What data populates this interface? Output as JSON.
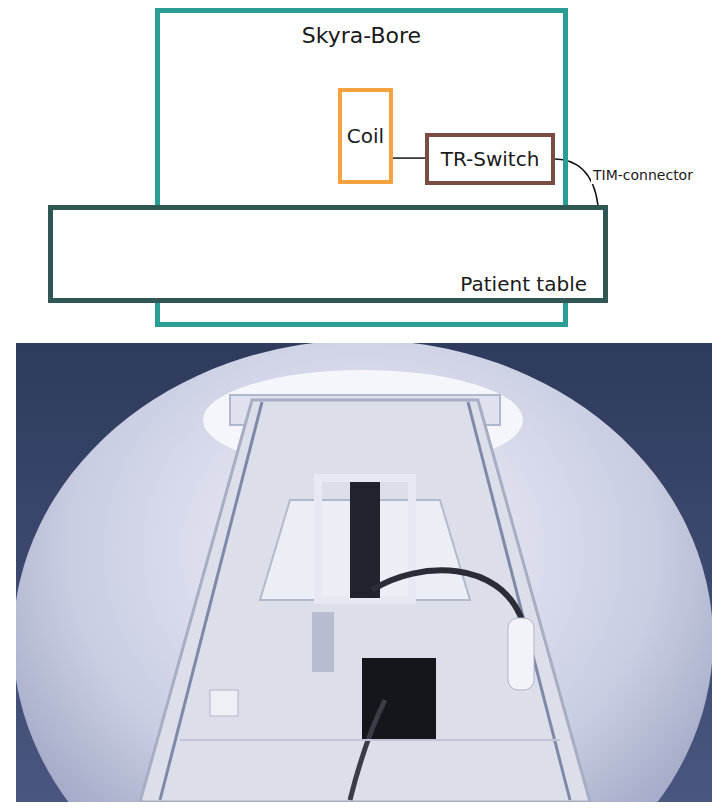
{
  "diagram": {
    "nodes": [
      {
        "text": [
          "Skyra-Bore"
        ]
      },
      {
        "text": [
          "Coil"
        ],
        "in": 0
      },
      {
        "text": [
          "TR-Switch"
        ],
        "in": 0
      },
      {
        "text": [
          "Patient table"
        ]
      }
    ],
    "edges": [
      {
        "from": 1,
        "to": 2,
        "arrow": "none"
      },
      {
        "from": 2,
        "to": 3,
        "label": "TIM-connector",
        "arrow": "none"
      }
    ]
  }
}
